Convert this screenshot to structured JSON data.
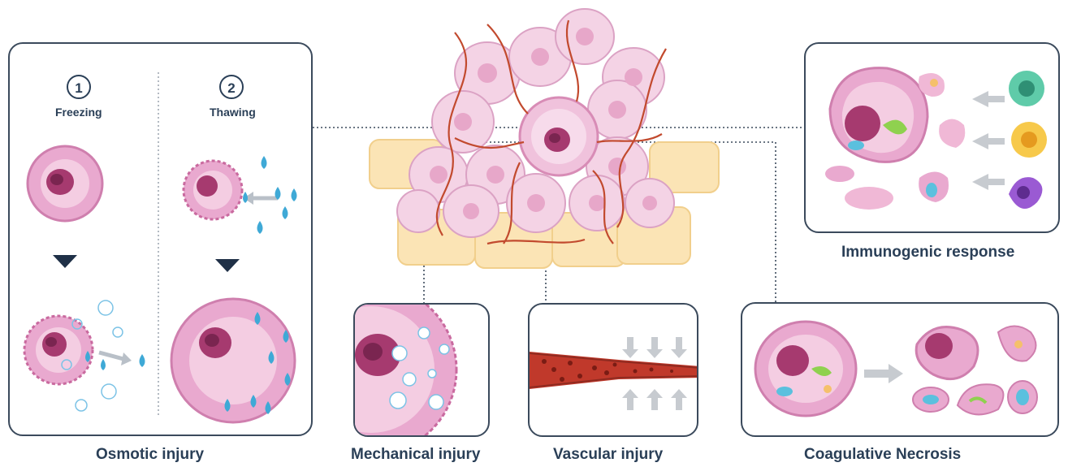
{
  "osmotic": {
    "caption": "Osmotic injury",
    "steps": [
      {
        "number": "1",
        "label": "Freezing"
      },
      {
        "number": "2",
        "label": "Thawing"
      }
    ]
  },
  "mechanical": {
    "caption": "Mechanical injury"
  },
  "vascular": {
    "caption": "Vascular injury"
  },
  "coagulative": {
    "caption": "Coagulative Necrosis"
  },
  "immunogenic": {
    "caption": "Immunogenic response"
  },
  "colors": {
    "outline": "#3b4a5c",
    "text": "#2a3f57",
    "cell_pink": "#e9a9cf",
    "nucleus": "#a63a6f",
    "water": "#3fa9d6",
    "vessel": "#c0392b",
    "tissue": "#fbe4b5"
  }
}
